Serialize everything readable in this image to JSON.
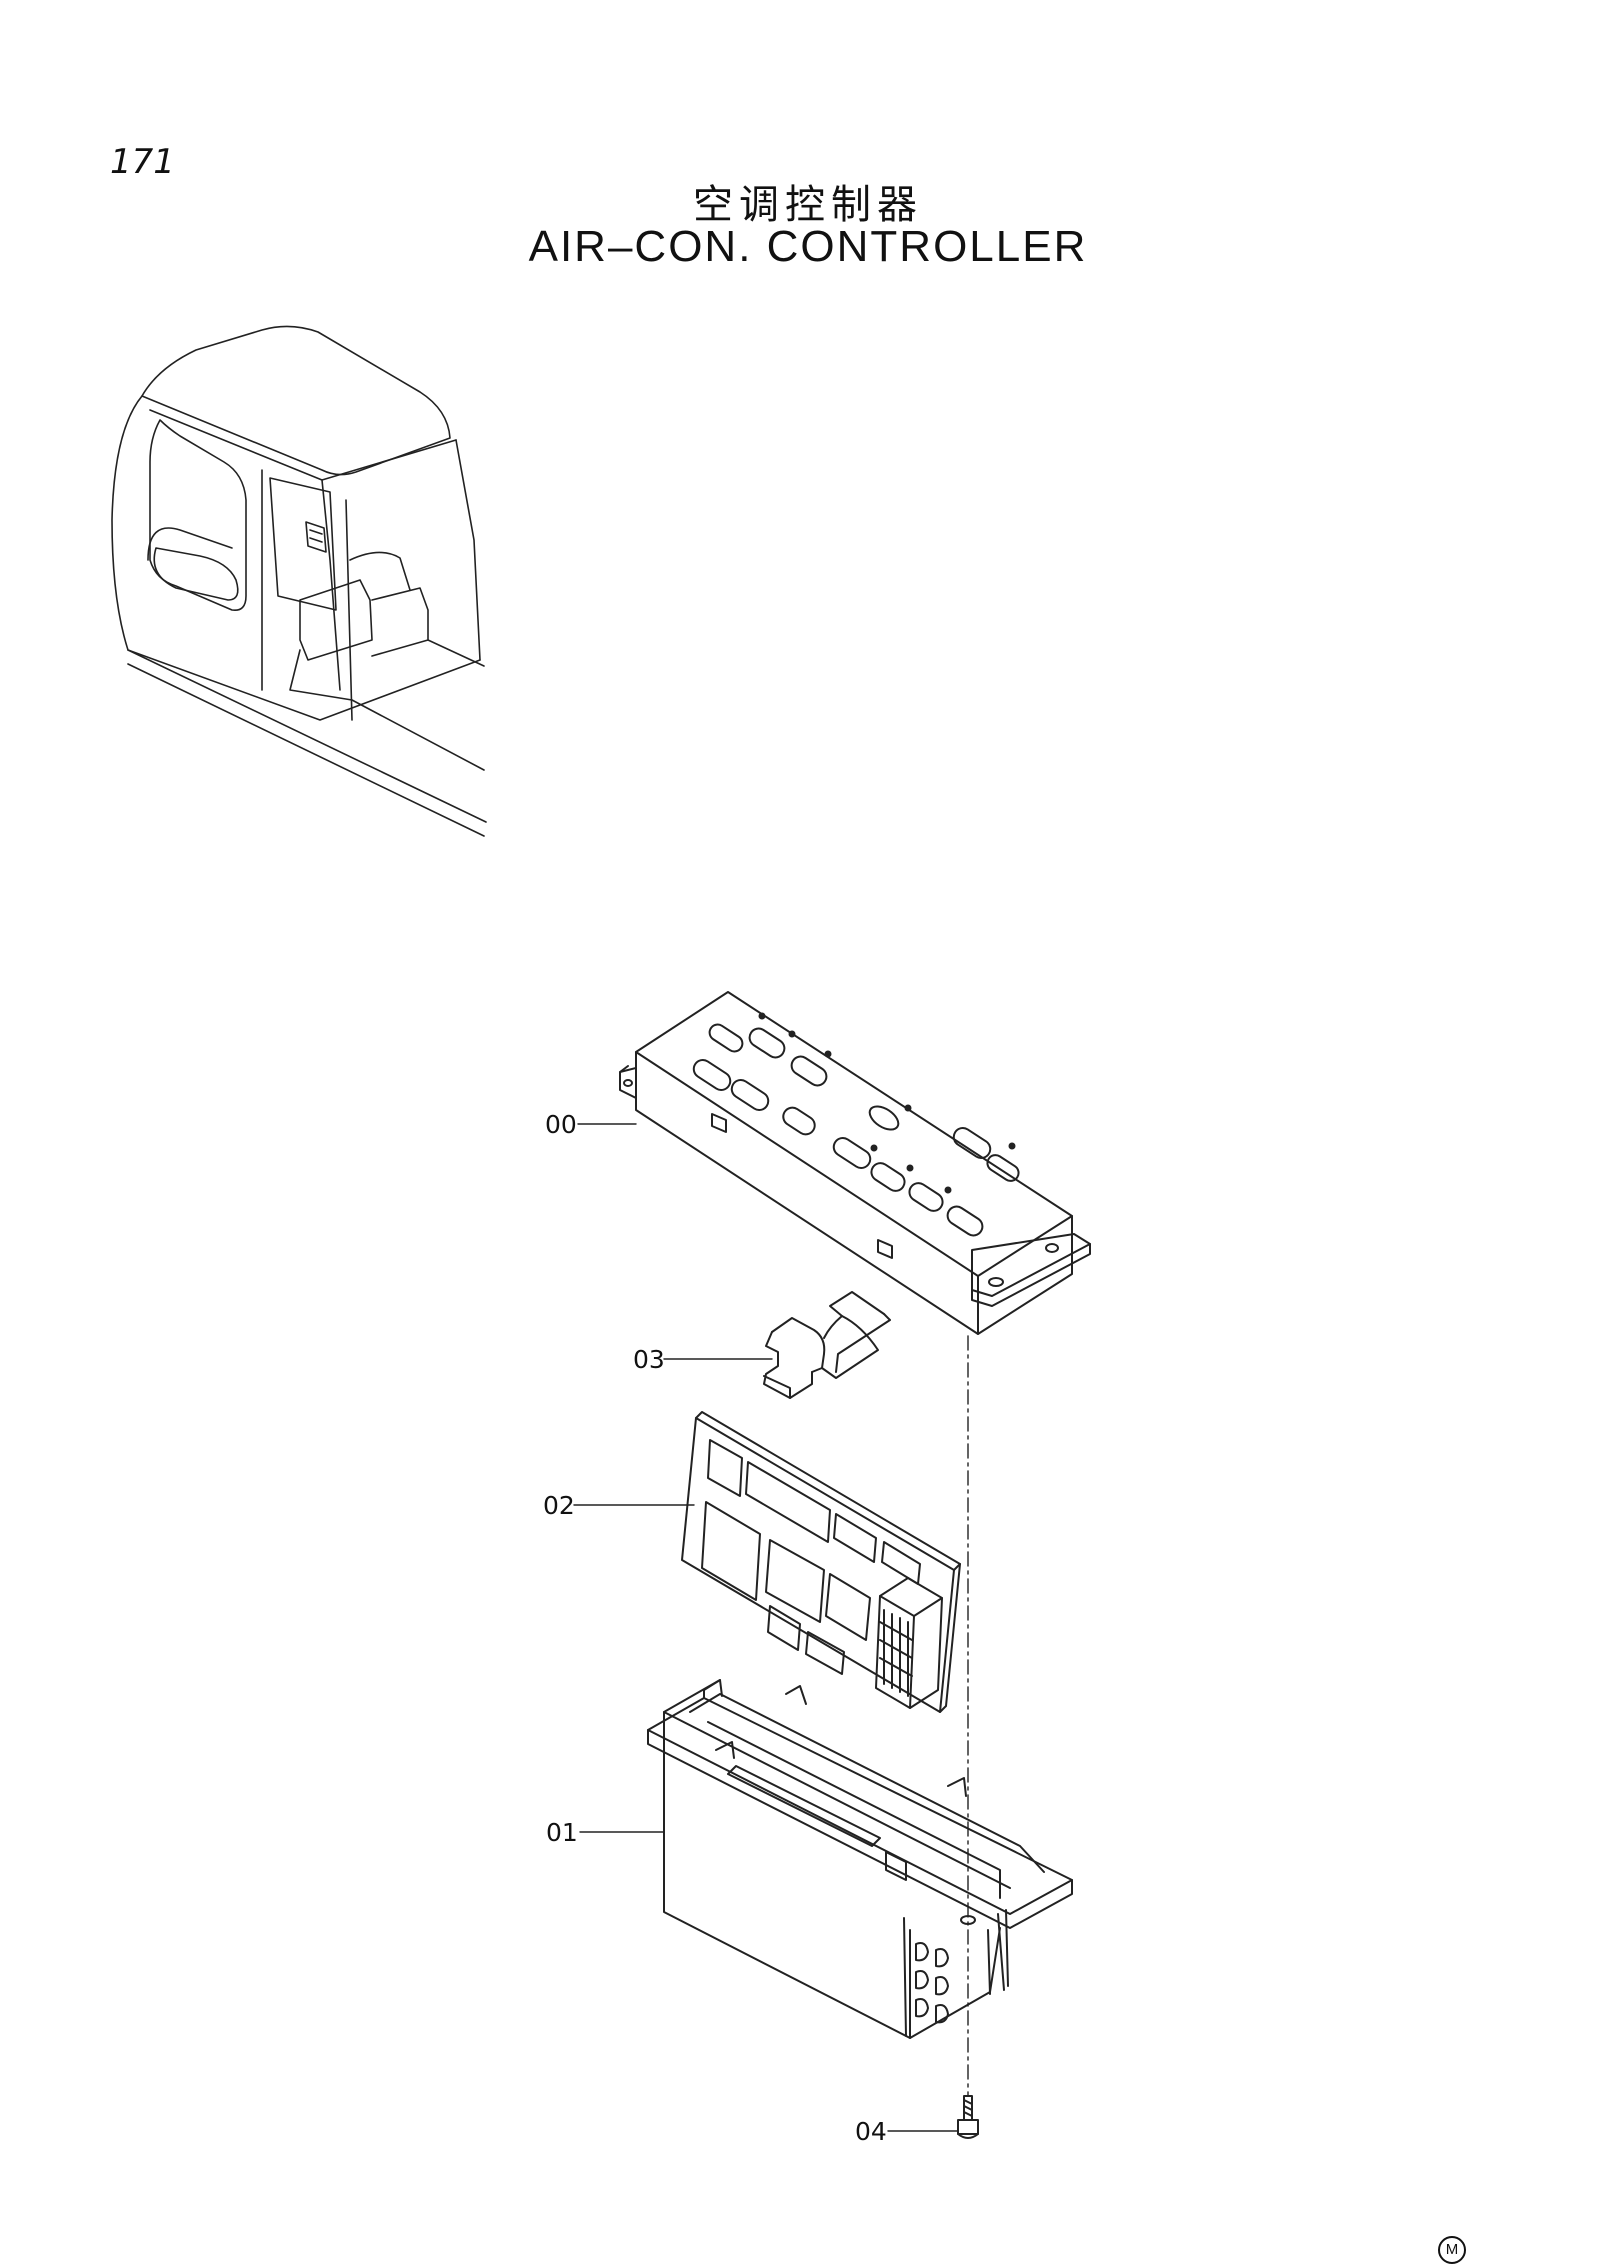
{
  "page": {
    "number": "171"
  },
  "title": {
    "chinese": "空调控制器",
    "english": "AIR–CON.  CONTROLLER"
  },
  "callouts": [
    {
      "id": "part-00",
      "label": "00"
    },
    {
      "id": "part-03",
      "label": "03"
    },
    {
      "id": "part-02",
      "label": "02"
    },
    {
      "id": "part-01",
      "label": "01"
    },
    {
      "id": "part-04",
      "label": "04"
    }
  ],
  "mark": {
    "symbol": "M"
  }
}
